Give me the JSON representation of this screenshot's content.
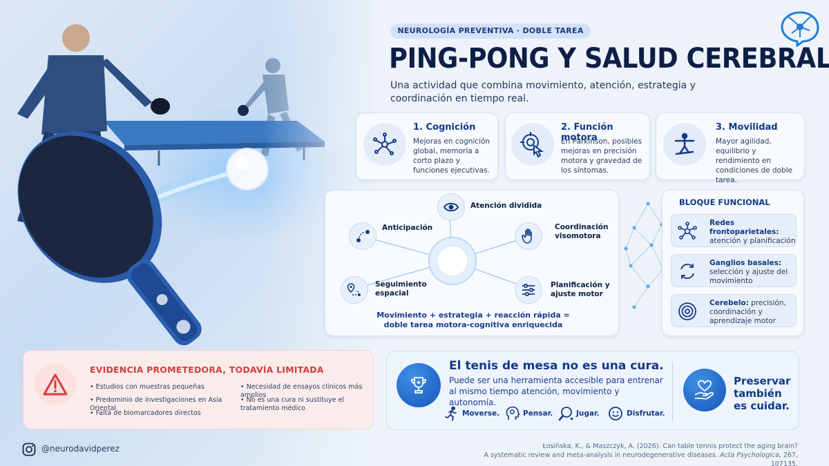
{
  "header": {
    "tag": "NEUROLOGÍA PREVENTIVA · DOBLE TAREA",
    "title": "PING-PONG Y SALUD CEREBRAL",
    "subtitle": "Una actividad que combina movimiento, atención, estrategia y coordinación en tiempo real."
  },
  "cards": [
    {
      "title": "1. Cognición",
      "text": "Mejoras en cognición global, memoria a corto plazo y funciones ejecutivas.",
      "icon": "network-icon"
    },
    {
      "title": "2. Función motora",
      "text": "En Parkinson, posibles mejoras en precisión motora y gravedad de los síntomas.",
      "icon": "target-hand-icon"
    },
    {
      "title": "3. Movilidad",
      "text": "Mayor agilidad, equilibrio y rendimiento en condiciones de doble tarea.",
      "icon": "balance-figure-icon"
    }
  ],
  "diagram": {
    "nodes": {
      "atencion": "Atención dividida",
      "anticipacion": "Anticipación",
      "coordinacion": "Coordinación visomotora",
      "seguimiento": "Seguimiento espacial",
      "planificacion": "Planificación y ajuste motor"
    },
    "caption": "Movimiento + estrategia + reacción rápida = doble tarea motora-cognitiva enriquecida"
  },
  "bloque": {
    "title": "BLOQUE FUNCIONAL",
    "items": [
      {
        "bold": "Redes frontoparietales:",
        "text": "atención y planificación"
      },
      {
        "bold": "Ganglios basales:",
        "text": "selección y ajuste del movimiento"
      },
      {
        "bold": "Cerebelo:",
        "text": "precisión, coordinación y aprendizaje motor"
      }
    ]
  },
  "evidence": {
    "title": "EVIDENCIA PROMETEDORA, TODAVÍA LIMITADA",
    "col1": [
      "Estudios con muestras pequeñas",
      "Predominio de investigaciones en Asia Oriental",
      "Falta de biomarcadores directos"
    ],
    "col2": [
      "Necesidad de ensayos clínicos más amplios",
      "No es una cura ni sustituye el tratamiento médico"
    ]
  },
  "tenis": {
    "title": "El tenis de mesa no es una cura.",
    "text": "Puede ser una herramienta accesible para entrenar al mismo tiempo atención, movimiento y autonomía.",
    "actions": [
      "Moverse.",
      "Pensar.",
      "Jugar.",
      "Disfrutar."
    ],
    "closing": "Preservar también es cuidar."
  },
  "footer": {
    "handle": "@neurodavidperez",
    "ref_line1": "Łosińska, K., & Maszczyk, A. (2026). Can table tennis protect the aging brain?",
    "ref_line2_a": "A systematic review and meta-analysis in neurodegenerative diseases. ",
    "ref_journal": "Acta Psychologica",
    "ref_line2_b": ", 267, 107135."
  },
  "colors": {
    "accent": "#123a86",
    "warning": "#d63d3d",
    "bg": "#eef3fa"
  }
}
